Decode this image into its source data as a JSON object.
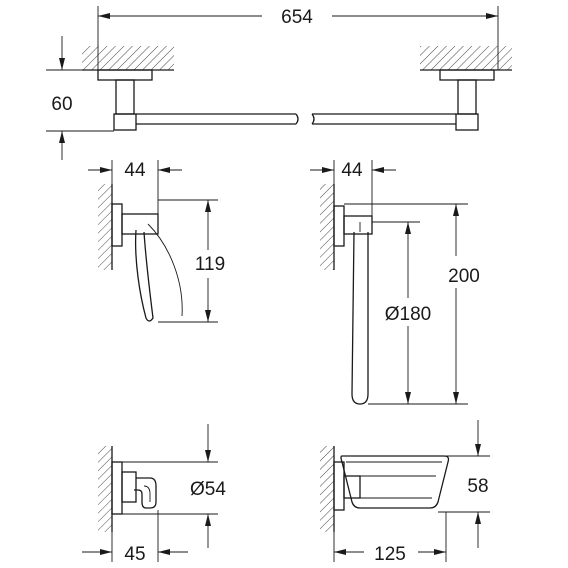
{
  "dimensions": {
    "towel_bar_length": "654",
    "towel_bar_projection": "60",
    "paper_holder_projection": "44",
    "paper_holder_height": "119",
    "towel_ring_projection": "44",
    "towel_ring_height": "200",
    "towel_ring_diameter": "Ø180",
    "robe_hook_diameter": "Ø54",
    "robe_hook_projection": "45",
    "soap_dish_projection": "125",
    "soap_dish_height": "58"
  },
  "colors": {
    "line": "#1a1a1a",
    "background": "#ffffff"
  }
}
